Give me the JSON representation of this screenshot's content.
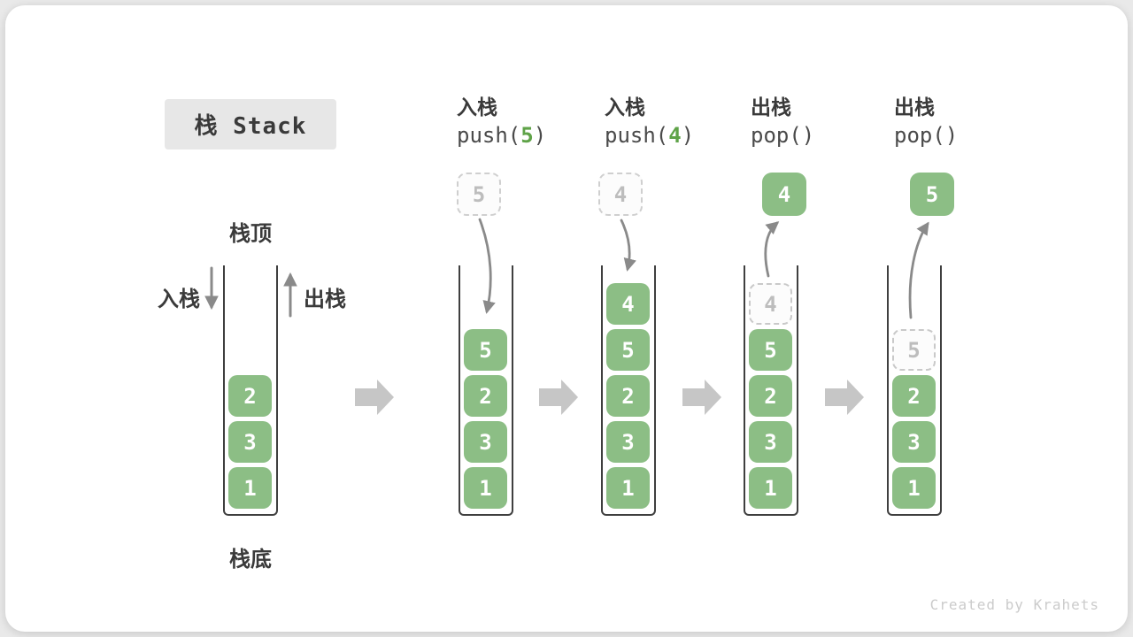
{
  "title": "栈 Stack",
  "watermark": "Created by Krahets",
  "legend": {
    "stack_top": "栈顶",
    "stack_bottom": "栈底",
    "push": "入栈",
    "pop": "出栈"
  },
  "operations": [
    {
      "id": "push5",
      "label": "入栈",
      "code_pre": "push(",
      "code_arg": "5",
      "code_post": ")",
      "moving_value": "5"
    },
    {
      "id": "push4",
      "label": "入栈",
      "code_pre": "push(",
      "code_arg": "4",
      "code_post": ")",
      "moving_value": "4"
    },
    {
      "id": "pop4",
      "label": "出栈",
      "code": "pop()",
      "moving_value": "4"
    },
    {
      "id": "pop5",
      "label": "出栈",
      "code": "pop()",
      "moving_value": "5"
    }
  ],
  "stacks": {
    "initial": {
      "cells": [
        "2",
        "3",
        "1"
      ]
    },
    "after_push5": {
      "cells": [
        "5",
        "2",
        "3",
        "1"
      ]
    },
    "after_push4": {
      "cells": [
        "4",
        "5",
        "2",
        "3",
        "1"
      ]
    },
    "after_pop4": {
      "ghost": "4",
      "cells": [
        "5",
        "2",
        "3",
        "1"
      ]
    },
    "after_pop5": {
      "ghost": "5",
      "cells": [
        "2",
        "3",
        "1"
      ]
    }
  },
  "colors": {
    "cell_green": "#8cbe85",
    "arg_green": "#5fa348",
    "ink": "#3a3a3a",
    "arrow_gray": "#8a8a8a",
    "block_arrow": "#c6c6c6",
    "badge_bg": "#e7e7e7"
  }
}
